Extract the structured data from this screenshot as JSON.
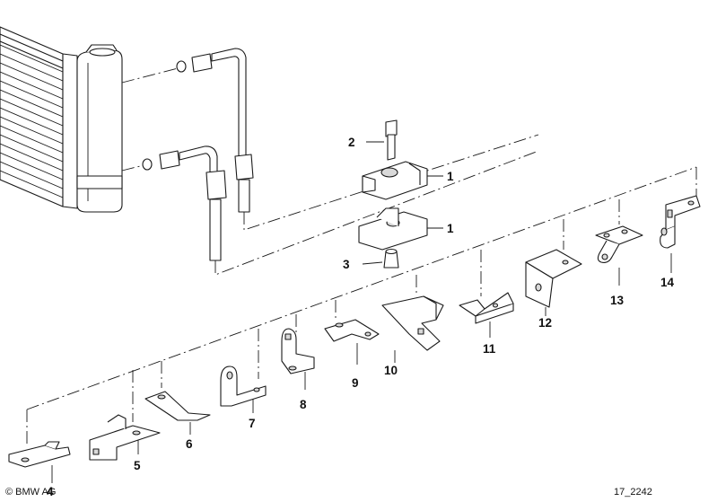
{
  "callouts": {
    "p1_upper": "1",
    "p1_lower": "1",
    "p2": "2",
    "p3": "3",
    "p4": "4",
    "p5": "5",
    "p6": "6",
    "p7": "7",
    "p8": "8",
    "p9": "9",
    "p10": "10",
    "p11": "11",
    "p12": "12",
    "p13": "13",
    "p14": "14"
  },
  "footer": {
    "copyright": "© BMW AG",
    "diagram_id": "17_2242"
  }
}
